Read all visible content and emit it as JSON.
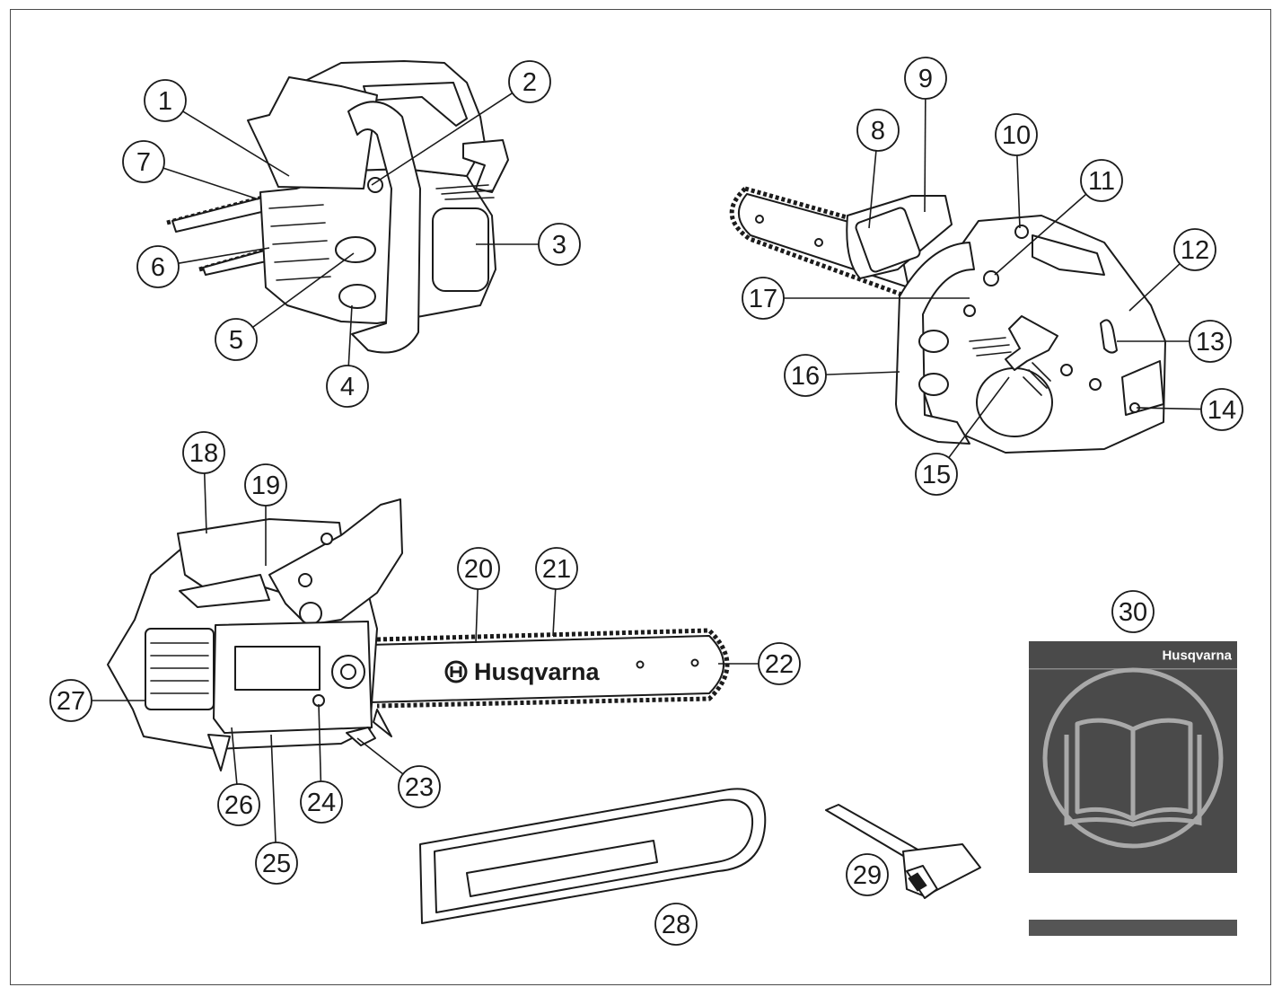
{
  "callouts": [
    {
      "number": "1"
    },
    {
      "number": "2"
    },
    {
      "number": "3"
    },
    {
      "number": "4"
    },
    {
      "number": "5"
    },
    {
      "number": "6"
    },
    {
      "number": "7"
    },
    {
      "number": "8"
    },
    {
      "number": "9"
    },
    {
      "number": "10"
    },
    {
      "number": "11"
    },
    {
      "number": "12"
    },
    {
      "number": "13"
    },
    {
      "number": "14"
    },
    {
      "number": "15"
    },
    {
      "number": "16"
    },
    {
      "number": "17"
    },
    {
      "number": "18"
    },
    {
      "number": "19"
    },
    {
      "number": "20"
    },
    {
      "number": "21"
    },
    {
      "number": "22"
    },
    {
      "number": "23"
    },
    {
      "number": "24"
    },
    {
      "number": "25"
    },
    {
      "number": "26"
    },
    {
      "number": "27"
    },
    {
      "number": "28"
    },
    {
      "number": "29"
    },
    {
      "number": "30"
    }
  ],
  "bar_brand": "Husqvarna",
  "manual": {
    "brand": "Husqvarna",
    "cover_color": "#4a4a4a",
    "band_color": "#555555",
    "icon": "open-book-icon"
  },
  "colors": {
    "line": "#1b1b1b",
    "frame": "#4a4a4a",
    "background": "#ffffff"
  }
}
